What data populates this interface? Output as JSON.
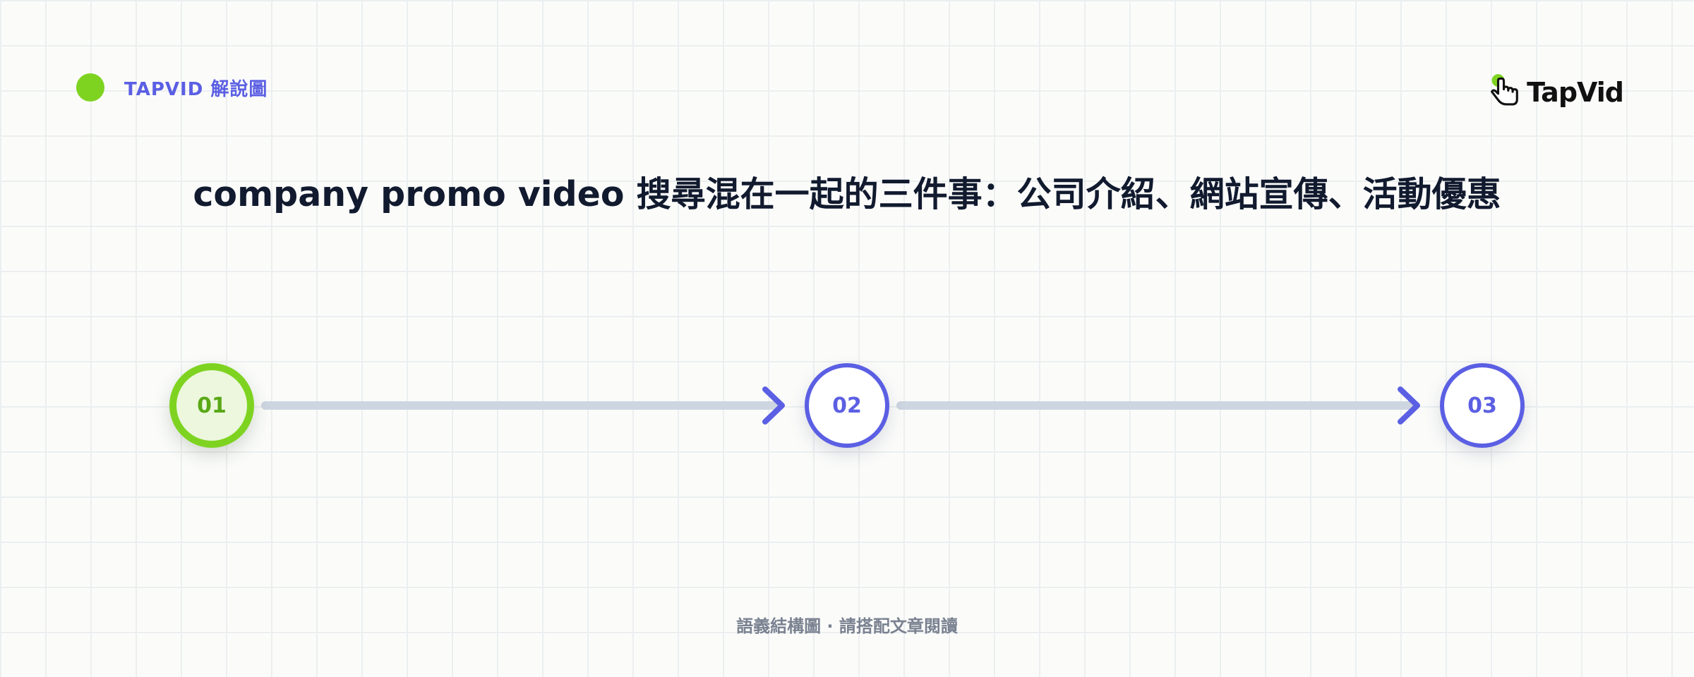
{
  "header": {
    "label": "TAPVID 解說圖",
    "brand": "TapVid"
  },
  "title": "company promo video 搜尋混在一起的三件事：公司介紹、網站宣傳、活動優惠",
  "steps": [
    {
      "number": "01",
      "state": "active"
    },
    {
      "number": "02",
      "state": "inactive"
    },
    {
      "number": "03",
      "state": "inactive"
    }
  ],
  "footer": "語義結構圖 · 請搭配文章閱讀",
  "colors": {
    "accent_green": "#7ed321",
    "accent_indigo": "#5b5fe3",
    "title_text": "#111a2e",
    "connector": "#cdd5e1",
    "footer_text": "#7a8190",
    "background": "#fbfcfa"
  },
  "icons": {
    "header_dot": "green-dot-icon",
    "brand_mark": "pointing-hand-icon",
    "connector_arrow": "chevron-right-icon"
  }
}
